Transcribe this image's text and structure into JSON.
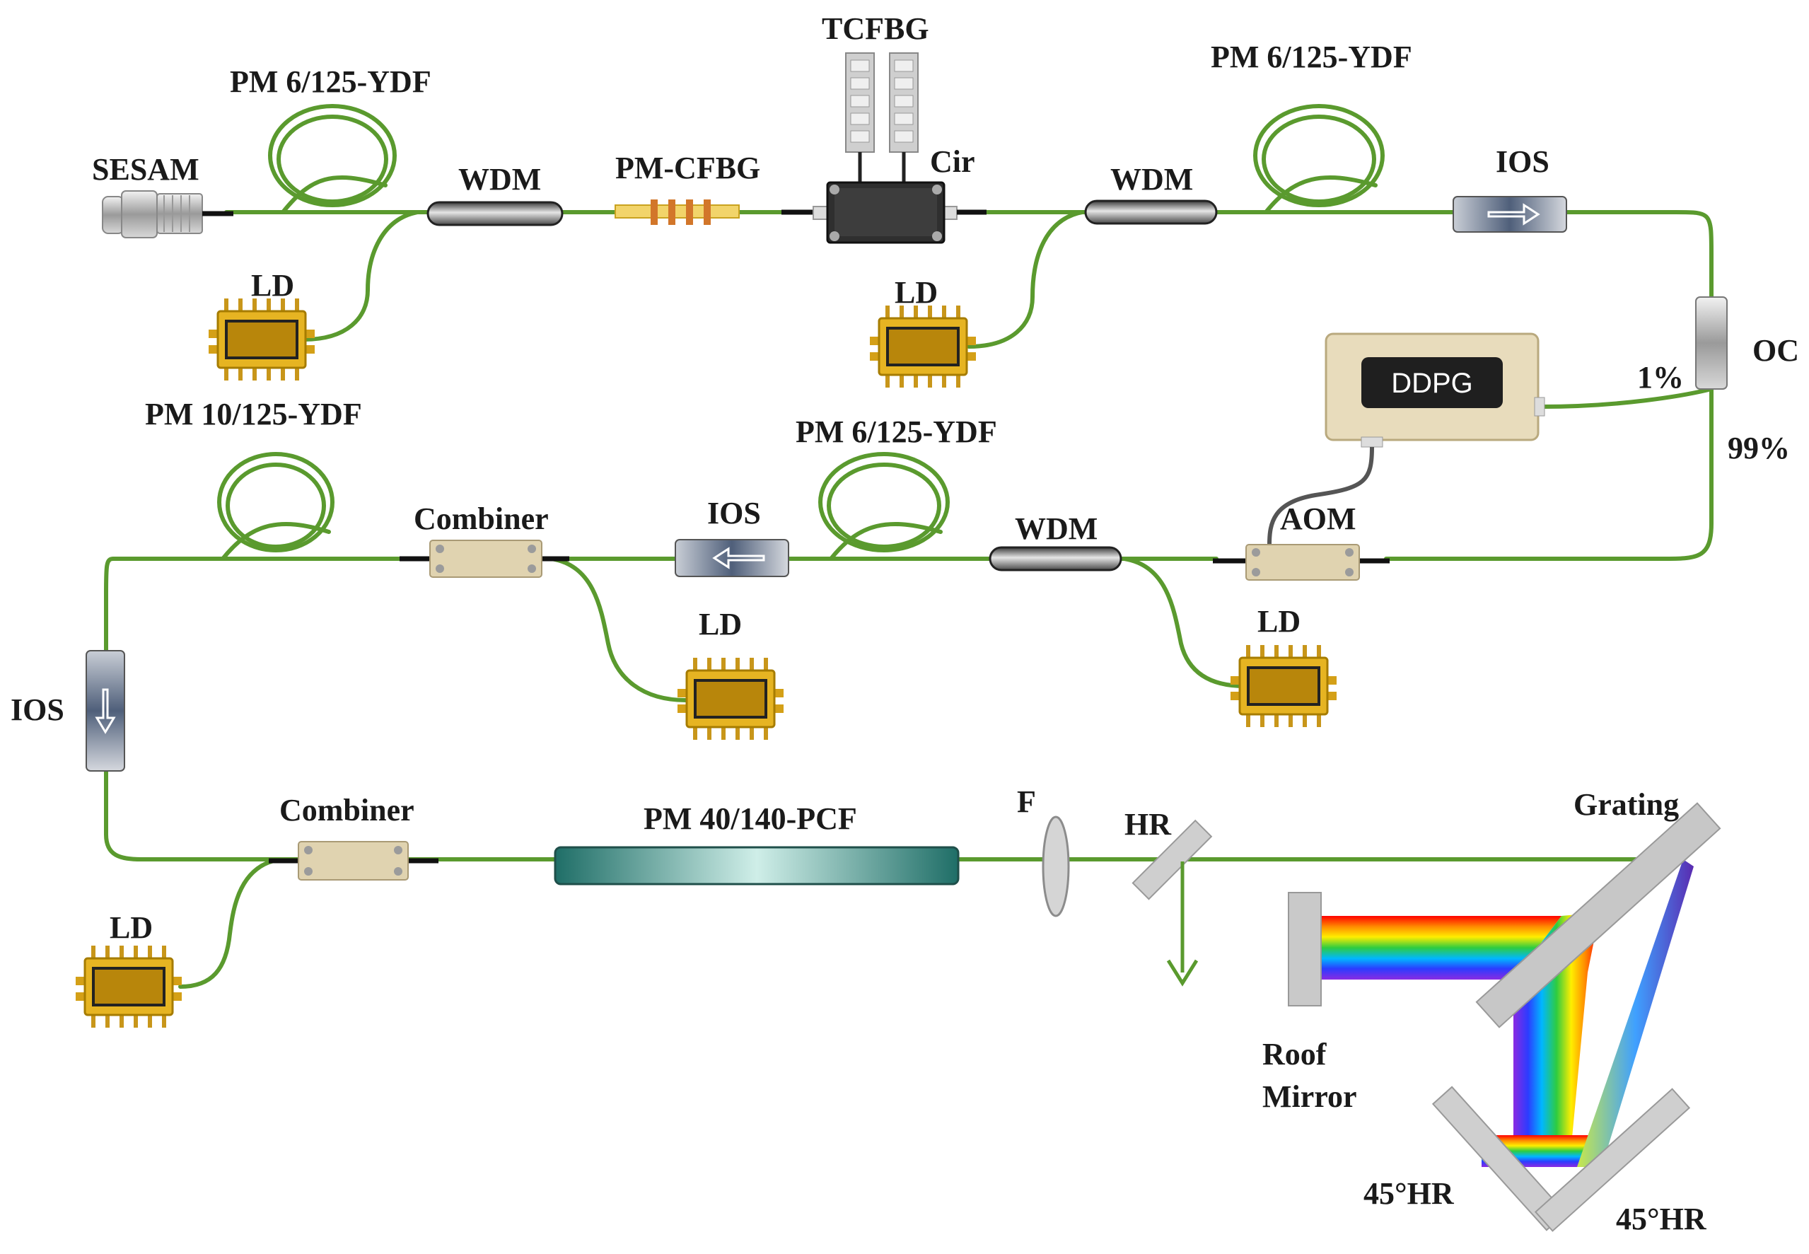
{
  "labels": {
    "sesam": "SESAM",
    "ydf_top_left": "PM 6/125-YDF",
    "wdm_1": "WDM",
    "cfbg": "PM-CFBG",
    "tcfbg": "TCFBG",
    "cir": "Cir",
    "ydf_top_right": "PM 6/125-YDF",
    "wdm_2": "WDM",
    "ios_1": "IOS",
    "oc": "OC",
    "ld_1": "LD",
    "ld_2": "LD",
    "ddpg": "DDPG",
    "pct_1": "1%",
    "pct_99": "99%",
    "ydf_mid_left": "PM 10/125-YDF",
    "combiner_1": "Combiner",
    "ios_2": "IOS",
    "ydf_mid": "PM 6/125-YDF",
    "wdm_3": "WDM",
    "aom": "AOM",
    "ld_3": "LD",
    "ld_4": "LD",
    "ios_3": "IOS",
    "combiner_2": "Combiner",
    "pcf": "PM 40/140-PCF",
    "f": "F",
    "hr": "HR",
    "grating": "Grating",
    "ld_5": "LD",
    "roof_mirror_1": "Roof",
    "roof_mirror_2": "Mirror",
    "hr45_1": "45°HR",
    "hr45_2": "45°HR"
  },
  "colors": {
    "fiber": "#5a9a2e",
    "ld_gold": "#d4a017",
    "ios_blue": "#5a6e8c",
    "combiner": "#e0d3b0",
    "pcf_teal": "#2f8f86",
    "ddpg_body": "#e8dcbc"
  },
  "icons": {
    "isolator_arrow": "arrow-icon",
    "output_arrow": "down-arrow-icon"
  }
}
